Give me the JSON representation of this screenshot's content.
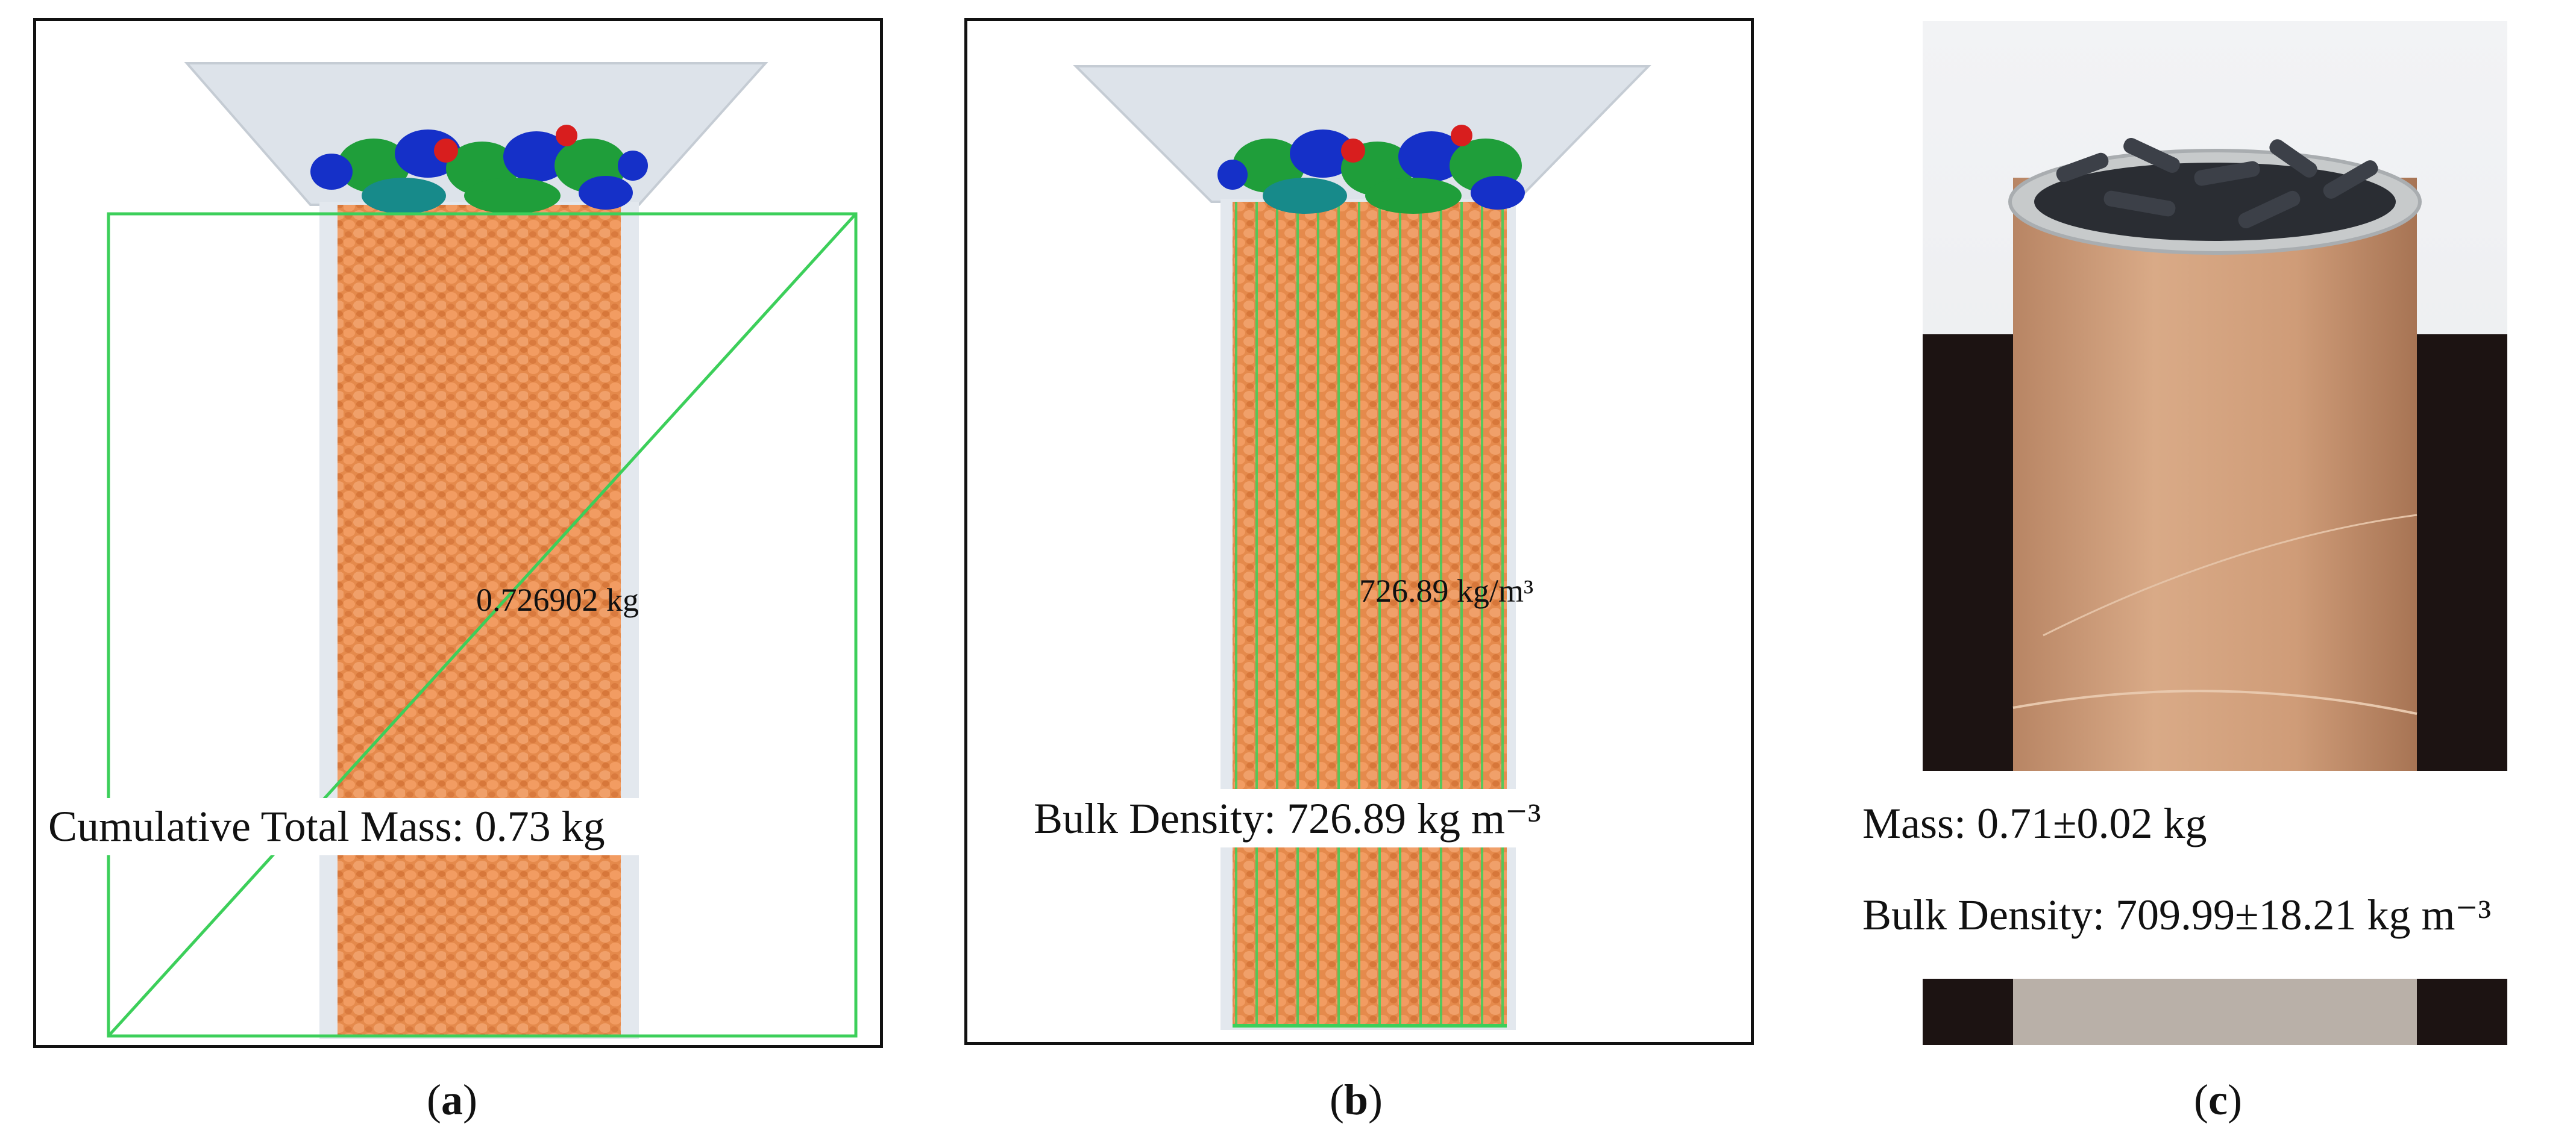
{
  "panels": [
    {
      "caption_open": "(",
      "caption_letter": "a",
      "caption_close": ")",
      "inline_value": "0.726902 kg",
      "label_name": "Cumulative Total Mass: ",
      "label_value": "0.73 kg"
    },
    {
      "caption_open": "(",
      "caption_letter": "b",
      "caption_close": ")",
      "inline_value": "726.89 kg/m³",
      "label_name": "Bulk Density: ",
      "label_value": "726.89 kg m⁻³"
    },
    {
      "caption_open": "(",
      "caption_letter": "c",
      "caption_close": ")",
      "mass_name": "Mass: ",
      "mass_value": "0.71±0.02 kg",
      "density_name": "Bulk Density: ",
      "density_value": "709.99±18.21 kg m⁻³"
    }
  ],
  "colors": {
    "particle_orange": "#e8955a",
    "particle_green": "#1f9e3a",
    "particle_blue": "#1530c8",
    "particle_red": "#d81e1e",
    "wireframe_green": "#3ccf5a",
    "hopper_gray": "#dde3ea",
    "tube_kraft": "#d2a07c",
    "pellet_black": "#2a2d33"
  }
}
